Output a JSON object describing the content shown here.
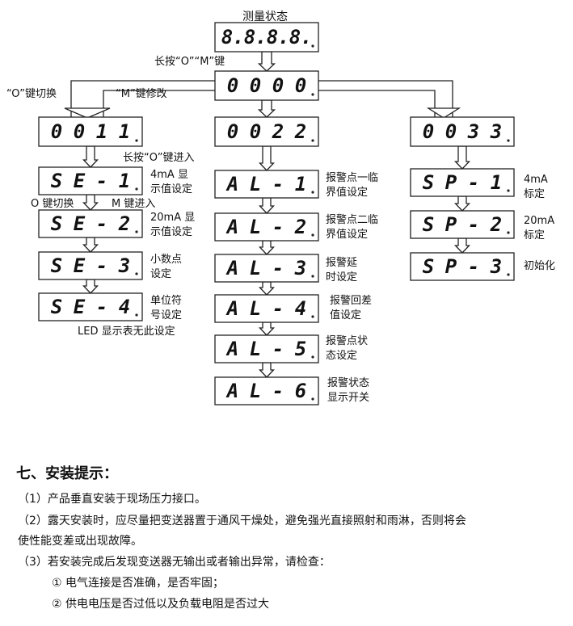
{
  "diagram": {
    "title": "测量状态",
    "top_display": "8.8.8.8.",
    "long_press_om": "长按“O”“M”键",
    "zero_display": "0000",
    "o_switch": "“O”键切换",
    "m_modify": "“M”键修改",
    "branch1": {
      "code": "0011",
      "long_press_o": "长按“O”键进入",
      "o_switch2": "O 键切换",
      "m_enter": "M 键进入",
      "items": [
        {
          "code": "SE-1",
          "label": "4mA 显\n示值设定"
        },
        {
          "code": "SE-2",
          "label": "20mA 显\n示值设定"
        },
        {
          "code": "SE-3",
          "label": "小数点\n设定"
        },
        {
          "code": "SE-4",
          "label": "单位符\n号设定"
        }
      ],
      "note": "LED 显示表无此设定"
    },
    "branch2": {
      "code": "0022",
      "items": [
        {
          "code": "AL-1",
          "label": "报警点一临\n界值设定"
        },
        {
          "code": "AL-2",
          "label": "报警点二临\n界值设定"
        },
        {
          "code": "AL-3",
          "label": "报警延\n时设定"
        },
        {
          "code": "AL-4",
          "label": "报警回差\n值设定"
        },
        {
          "code": "AL-5",
          "label": "报警点状\n态设定"
        },
        {
          "code": "AL-6",
          "label": "报警状态\n显示开关"
        }
      ]
    },
    "branch3": {
      "code": "0033",
      "items": [
        {
          "code": "SP-1",
          "label": "4mA\n标定"
        },
        {
          "code": "SP-2",
          "label": "20mA\n标定"
        },
        {
          "code": "SP-3",
          "label": "初始化"
        }
      ]
    }
  },
  "section": {
    "title": "七、安装提示：",
    "p1": "（1）产品垂直安装于现场压力接口。",
    "p2a": "（2）露天安装时，应尽量把变送器置于通风干燥处，避免强光直接照射和雨淋，否则将会",
    "p2b": "使性能变差或出现故障。",
    "p3": "（3）若安装完成后发现变送器无输出或者输出异常，请检查：",
    "c1": "①  电气连接是否准确，是否牢固；",
    "c2": "②  供电电压是否过低以及负载电阻是否过大"
  }
}
